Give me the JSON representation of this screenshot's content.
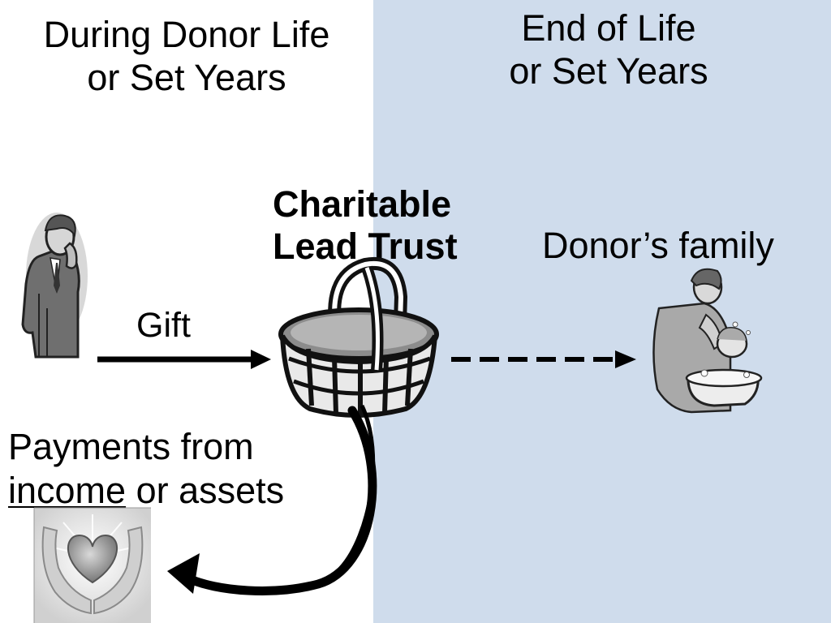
{
  "colors": {
    "right_panel": "#cfdcec",
    "arrow": "#000000"
  },
  "left_column": {
    "heading_line1": "During Donor Life",
    "heading_line2": "or Set Years"
  },
  "right_column": {
    "heading_line1": "End of Life",
    "heading_line2": "or Set Years"
  },
  "trust": {
    "title_line1": "Charitable",
    "title_line2": "Lead Trust",
    "icon": "basket-icon"
  },
  "donor": {
    "icon": "businessman-on-phone-icon"
  },
  "gift": {
    "label": "Gift"
  },
  "family": {
    "label": "Donor’s family",
    "icon": "parent-bathing-child-icon"
  },
  "payments": {
    "label_line1": "Payments from",
    "label_word_underlined": "income",
    "label_rest": " or assets"
  },
  "charity": {
    "icon": "heart-in-hands-icon"
  }
}
